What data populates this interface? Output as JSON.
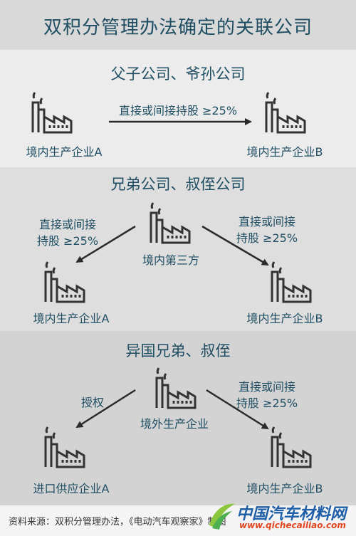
{
  "title": "双积分管理办法确定的关联公司",
  "sections": [
    {
      "title": "父子公司、爷孙公司",
      "relation": "直接或间接持股 ≥25%",
      "left_label": "境内生产企业A",
      "right_label": "境内生产企业B"
    },
    {
      "title": "兄弟公司、叔侄公司",
      "center_label": "境内第三方",
      "left_relation_line1": "直接或间接",
      "left_relation_line2": "持股 ≥25%",
      "right_relation_line1": "直接或间接",
      "right_relation_line2": "持股 ≥25%",
      "left_label": "境内生产企业A",
      "right_label": "境内生产企业B"
    },
    {
      "title": "异国兄弟、叔侄",
      "center_label": "境外生产企业",
      "left_relation": "授权",
      "right_relation_line1": "直接或间接",
      "right_relation_line2": "持股 ≥25%",
      "left_label": "进口供应企业A",
      "right_label": "境内生产企业B"
    }
  ],
  "footer": {
    "source": "资料来源：双积分管理办法，《电动汽车观察家》制图",
    "logo_text": "中国汽车材料网",
    "logo_url": "www.qichecailiao.com"
  },
  "colors": {
    "text": "#1f4e63",
    "icon": "#333333",
    "arrow": "#2a2a2a"
  }
}
